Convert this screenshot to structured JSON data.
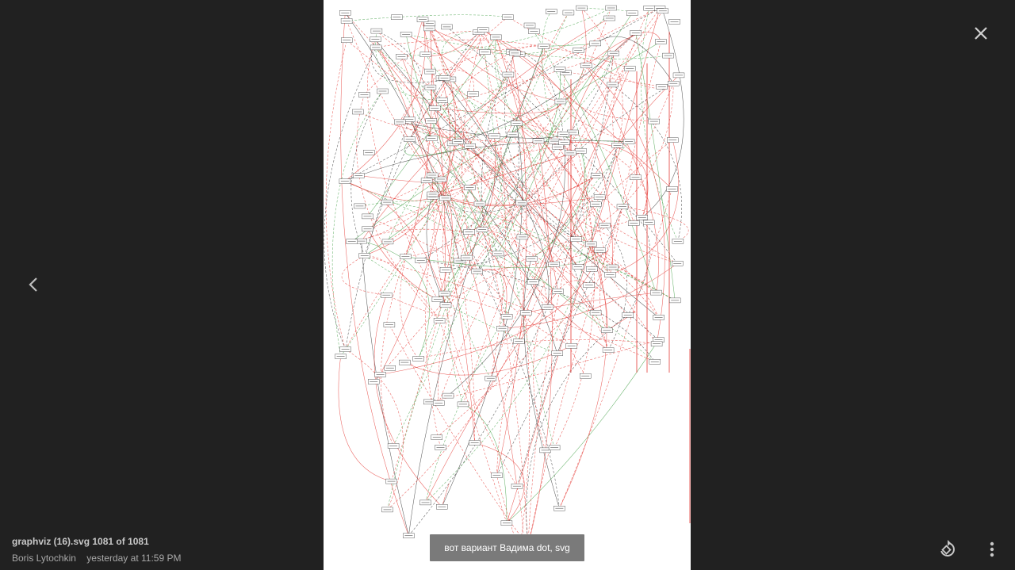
{
  "viewer": {
    "file_info": {
      "filename": "graphviz (16).svg",
      "position": "1081 of 1081",
      "author": "Boris Lytochkin",
      "timestamp": "yesterday at 11:59 PM"
    },
    "caption": "вот вариант Вадима dot, svg",
    "controls": {
      "close_icon": "close-icon",
      "prev_icon": "chevron-left-icon",
      "rotate_icon": "rotate-icon",
      "more_icon": "more-vertical-icon"
    }
  },
  "colors": {
    "background": "#212121",
    "image_bg": "#ffffff",
    "edge_red": "#e53935",
    "edge_green": "#43a047",
    "edge_dark": "#333333",
    "caption_bg": "#7a7a7a"
  }
}
